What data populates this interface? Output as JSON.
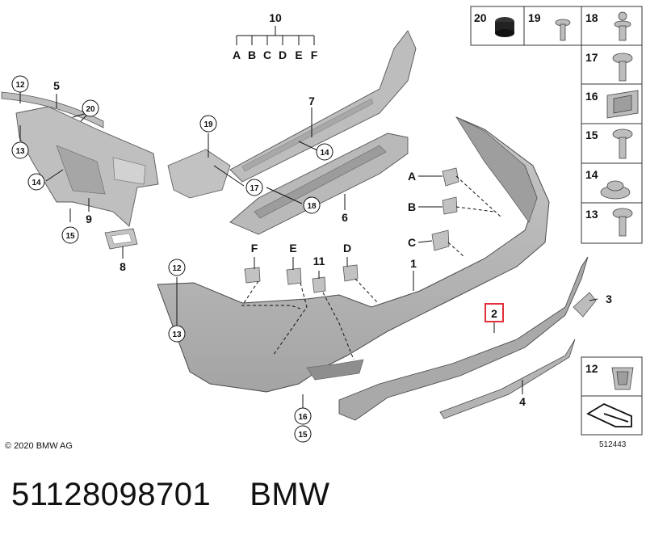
{
  "diagram": {
    "copyright": "© 2020 BMW AG",
    "drawing_number": "512443",
    "highlighted_item": "2",
    "group_label": "10",
    "group_letters": [
      "A",
      "B",
      "C",
      "D",
      "E",
      "F"
    ],
    "part_numbers": [
      "1",
      "2",
      "3",
      "4",
      "5",
      "6",
      "7",
      "8",
      "9",
      "11"
    ],
    "callout_circles": [
      "12",
      "13",
      "14",
      "15",
      "16",
      "17",
      "18",
      "19",
      "20"
    ],
    "clip_letters": [
      "A",
      "B",
      "C",
      "D",
      "E",
      "F"
    ],
    "side_panel_items": [
      "20",
      "19",
      "18",
      "17",
      "16",
      "15",
      "14",
      "13",
      "12"
    ]
  },
  "footer": {
    "part_number": "51128098701",
    "brand": "BMW"
  },
  "colors": {
    "part_fill": "#b8b8b8",
    "part_dark": "#8c8c8c",
    "highlight": "#e0303a",
    "line": "#1a1a1a"
  }
}
